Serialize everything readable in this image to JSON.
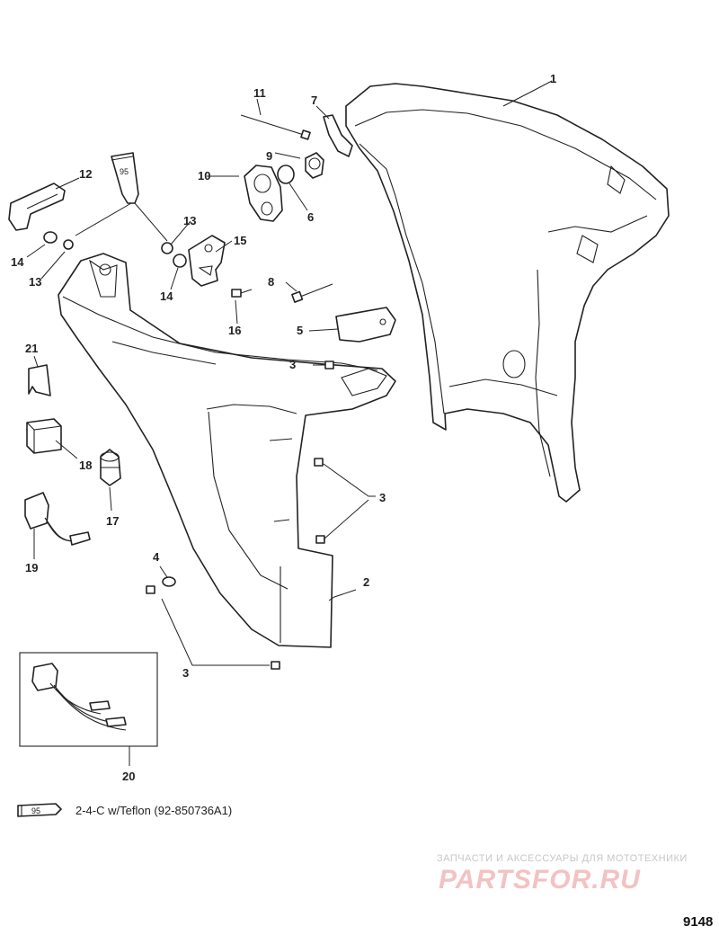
{
  "callouts": {
    "c1": "1",
    "c2": "2",
    "c3a": "3",
    "c3b": "3",
    "c3c": "3",
    "c4": "4",
    "c5": "5",
    "c6": "6",
    "c7": "7",
    "c8": "8",
    "c9": "9",
    "c10": "10",
    "c11": "11",
    "c12": "12",
    "c13a": "13",
    "c13b": "13",
    "c14a": "14",
    "c14b": "14",
    "c15": "15",
    "c16": "16",
    "c17": "17",
    "c18": "18",
    "c19": "19",
    "c20": "20",
    "c21": "21"
  },
  "tube_label": "95",
  "legend": {
    "tube_label": "95",
    "text": "2-4-C w/Teflon (92-850736A1)"
  },
  "watermark": {
    "tagline": "ЗАПЧАСТИ И АКСЕССУАРЫ ДЛЯ МОТОТЕХНИКИ",
    "brand": "PARTSFOR.RU"
  },
  "figure_number": "9148"
}
